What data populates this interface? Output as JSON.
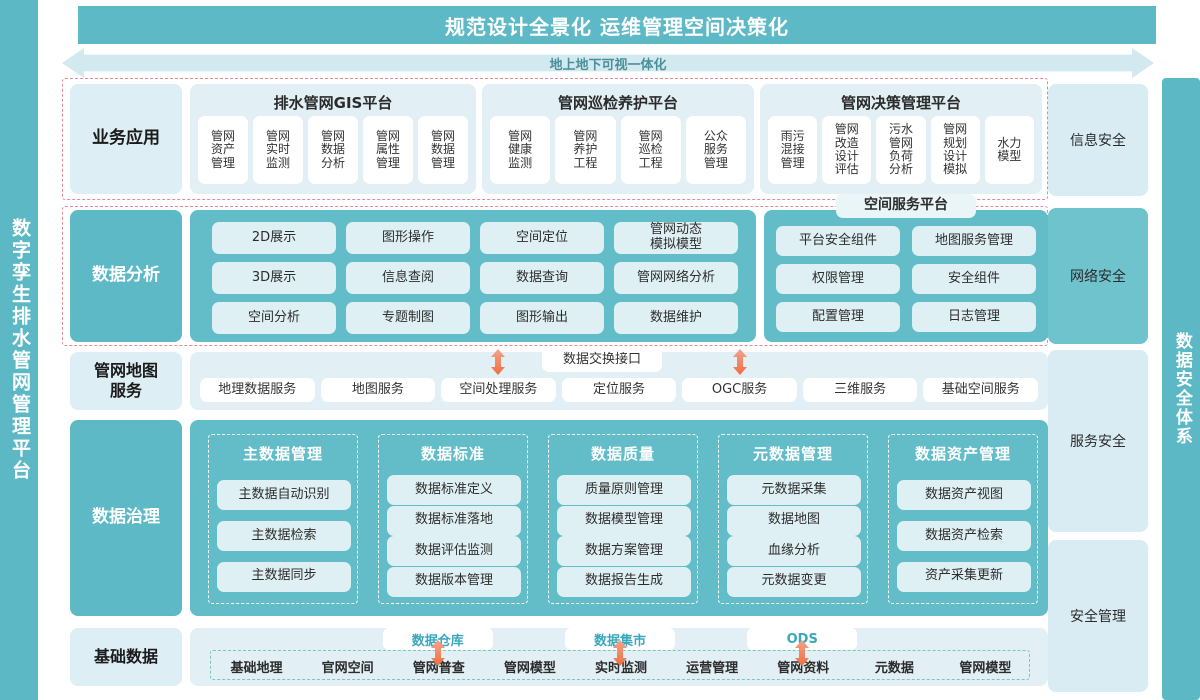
{
  "banner": {
    "title": "规范设计全景化  运维管理空间决策化"
  },
  "arrow_band": {
    "label": "地上地下可视一体化"
  },
  "side_bars": {
    "left": "数字孪生排水管网管理平台",
    "right": "数据安全体系"
  },
  "security_column": [
    {
      "label": "信息安全",
      "style": "light"
    },
    {
      "label": "网络安全",
      "style": "dark"
    },
    {
      "label": "服务安全",
      "style": "light"
    },
    {
      "label": "安全管理",
      "style": "light"
    }
  ],
  "rows": {
    "business": {
      "label": "业务应用",
      "groups": [
        {
          "title": "排水管网GIS平台",
          "items": [
            "管网\n资产\n管理",
            "管网\n实时\n监测",
            "管网\n数据\n分析",
            "管网\n属性\n管理",
            "管网\n数据\n管理"
          ]
        },
        {
          "title": "管网巡检养护平台",
          "items": [
            "管网\n健康\n监测",
            "管网\n养护\n工程",
            "管网\n巡检\n工程",
            "公众\n服务\n管理"
          ]
        },
        {
          "title": "管网决策管理平台",
          "items": [
            "雨污\n混接\n管理",
            "管网\n改造\n设计\n评估",
            "污水\n管网\n负荷\n分析",
            "管网\n规划\n设计\n模拟",
            "水力\n模型"
          ]
        }
      ]
    },
    "analysis": {
      "label": "数据分析",
      "columns": [
        [
          "2D展示",
          "3D展示",
          "空间分析"
        ],
        [
          "图形操作",
          "信息查阅",
          "专题制图"
        ],
        [
          "空间定位",
          "数据查询",
          "图形输出"
        ],
        [
          "管网动态\n模拟模型",
          "管网网络分析",
          "数据维护"
        ]
      ],
      "platform": {
        "title": "空间服务平台",
        "left": [
          "平台安全组件",
          "权限管理",
          "配置管理"
        ],
        "right": [
          "地图服务管理",
          "安全组件",
          "日志管理"
        ]
      }
    },
    "map_service": {
      "label": "管网地图\n服务",
      "interface_label": "数据交换接口",
      "items": [
        "地理数据服务",
        "地图服务",
        "空间处理服务",
        "定位服务",
        "OGC服务",
        "三维服务",
        "基础空间服务"
      ],
      "arrow_over": [
        "空间处理服务",
        "OGC服务"
      ]
    },
    "governance": {
      "label": "数据治理",
      "groups": [
        {
          "title": "主数据管理",
          "items": [
            "主数据自动识别",
            "主数据检索",
            "主数据同步"
          ]
        },
        {
          "title": "数据标准",
          "items": [
            "数据标准定义",
            "数据标准落地",
            "数据评估监测",
            "数据版本管理"
          ]
        },
        {
          "title": "数据质量",
          "items": [
            "质量原则管理",
            "数据模型管理",
            "数据方案管理",
            "数据报告生成"
          ]
        },
        {
          "title": "元数据管理",
          "items": [
            "元数据采集",
            "数据地图",
            "血缘分析",
            "元数据变更"
          ]
        },
        {
          "title": "数据资产管理",
          "items": [
            "数据资产视图",
            "数据资产检索",
            "资产采集更新"
          ]
        }
      ]
    },
    "basic_data": {
      "label": "基础数据",
      "pills": [
        "数据仓库",
        "数据集市",
        "ODS"
      ],
      "items": [
        "基础地理",
        "官网空间",
        "管网普查",
        "管网模型",
        "实时监测",
        "运营管理",
        "管网资料",
        "元数据",
        "管网模型"
      ]
    }
  },
  "colors": {
    "teal": "#5cb9c5",
    "teal_panel": "#63bdc8",
    "pale_blue": "#e2f0f5",
    "tile_pale": "#dff0f4",
    "orange_arrow": "#f0794a",
    "dashed_pink": "#e08b9a",
    "dashed_green": "#7cc6b8"
  }
}
